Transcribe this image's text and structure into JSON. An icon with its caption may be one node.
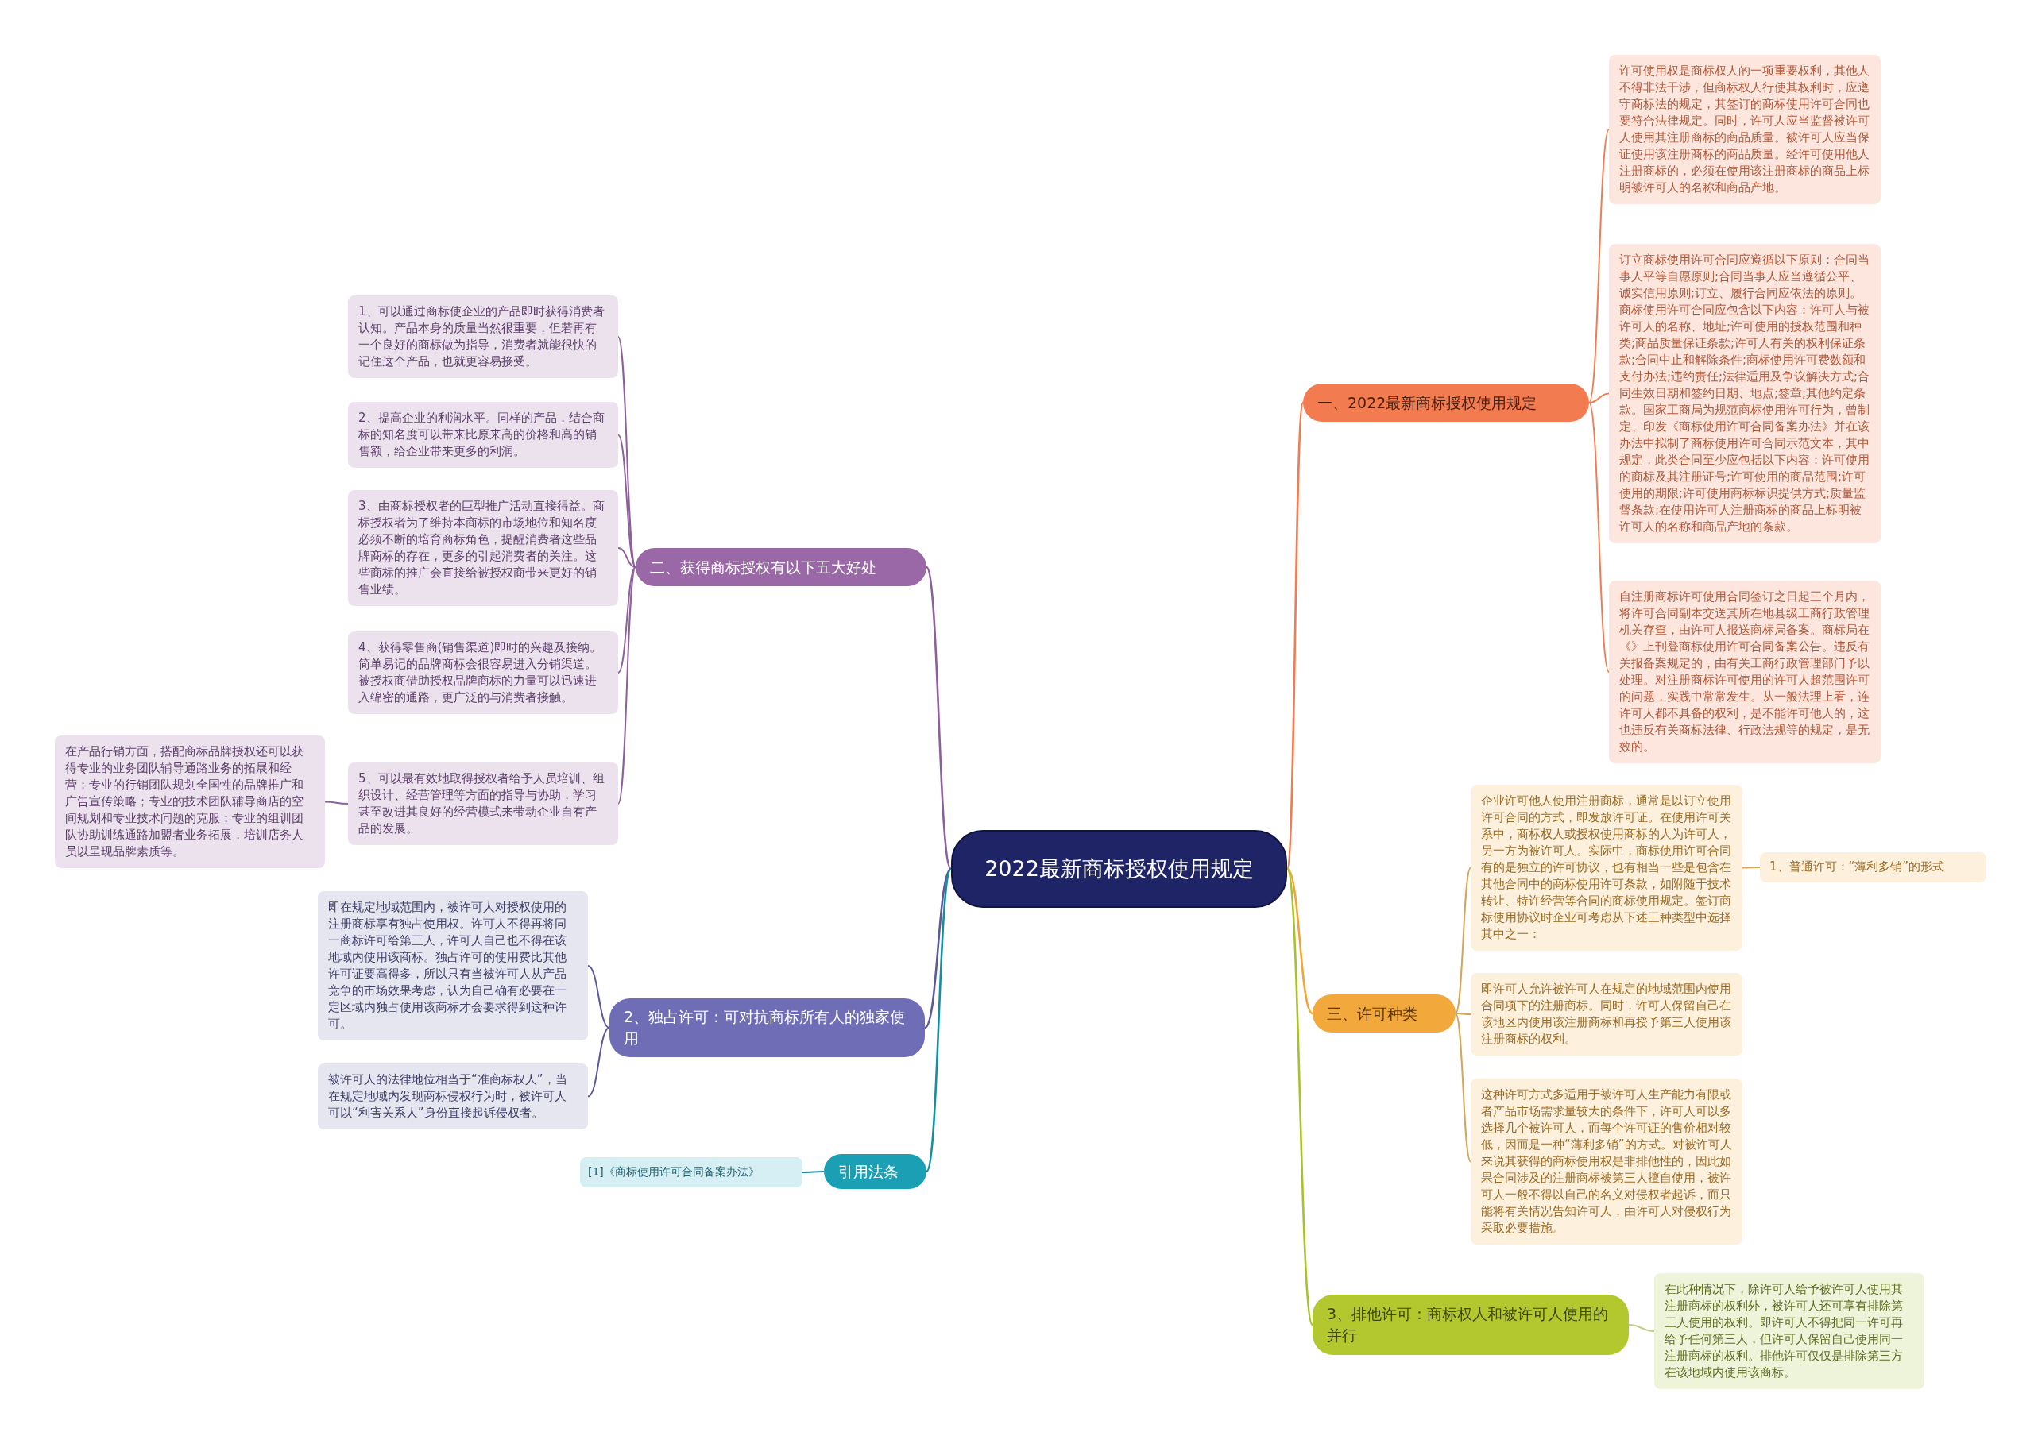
{
  "diagram": {
    "nodes": [
      {
        "text": [
          "2022最新商标授权使用规定"
        ]
      },
      {
        "text": [
          "一、2022最新商标授权使用规定"
        ]
      },
      {
        "text": [
          "许可使用权是商标权人的一项重要权利，其他人不得非法干涉，但商标权人行使其权利时，应遵守商标法的规定，其签订的商标使用许可合同也要符合法律规定。同时，许可人应当监督被许可人使用其注册商标的商品质量。被许可人应当保证使用该注册商标的商品质量。经许可使用他人注册商标的，必须在使用该注册商标的商品上标明被许可人的名称和商品产地。"
        ]
      },
      {
        "text": [
          "订立商标使用许可合同应遵循以下原则：合同当事人平等自愿原则;合同当事人应当遵循公平、诚实信用原则;订立、履行合同应依法的原则。商标使用许可合同应包含以下内容：许可人与被许可人的名称、地址;许可使用的授权范围和种类;商品质量保证条款;许可人有关的权利保证条款;合同中止和解除条件;商标使用许可费数额和支付办法;违约责任;法律适用及争议解决方式;合同生效日期和签约日期、地点;签章;其他约定条款。国家工商局为规范商标使用许可行为，曾制定、印发《商标使用许可合同备案办法》并在该办法中拟制了商标使用许可合同示范文本，其中规定，此类合同至少应包括以下内容：许可使用的商标及其注册证号;许可使用的商品范围;许可使用的期限;许可使用商标标识提供方式;质量监督条款;在使用许可人注册商标的商品上标明被许可人的名称和商品产地的条款。"
        ]
      },
      {
        "text": [
          "自注册商标许可使用合同签订之日起三个月内，将许可合同副本交送其所在地县级工商行政管理机关存查，由许可人报送商标局备案。商标局在《》上刊登商标使用许可合同备案公告。违反有关报备案规定的，由有关工商行政管理部门予以处理。对注册商标许可使用的许可人超范围许可的问题，实践中常常发生。从一般法理上看，连许可人都不具备的权利，是不能许可他人的，这也违反有关商标法律、行政法规等的规定，是无效的。"
        ]
      },
      {
        "text": [
          "二、获得商标授权有以下五大好处"
        ]
      },
      {
        "text": [
          "1、可以通过商标使企业的产品即时获得消费者认知。产品本身的质量当然很重要，但若再有一个良好的商标做为指导，消费者就能很快的记住这个产品，也就更容易接受。"
        ]
      },
      {
        "text": [
          "2、提高企业的利润水平。同样的产品，结合商标的知名度可以带来比原来高的价格和高的销售额，给企业带来更多的利润。"
        ]
      },
      {
        "text": [
          "3、由商标授权者的巨型推广活动直接得益。商标授权者为了维持本商标的市场地位和知名度必须不断的培育商标角色，提醒消费者这些品牌商标的存在，更多的引起消费者的关注。这些商标的推广会直接给被授权商带来更好的销售业绩。"
        ]
      },
      {
        "text": [
          "4、获得零售商(销售渠道)即时的兴趣及接纳。简单易记的品牌商标会很容易进入分销渠道。被授权商借助授权品牌商标的力量可以迅速进入绵密的通路，更广泛的与消费者接触。"
        ]
      },
      {
        "text": [
          "5、可以最有效地取得授权者给予人员培训、组织设计、经营管理等方面的指导与协助，学习甚至改进其良好的经营模式来带动企业自有产品的发展。"
        ]
      },
      {
        "text": [
          "在产品行销方面，搭配商标品牌授权还可以获得专业的业务团队辅导通路业务的拓展和经营；专业的行销团队规划全国性的品牌推广和广告宣传策略；专业的技术团队辅导商店的空间规划和专业技术问题的克服；专业的组训团队协助训练通路加盟者业务拓展，培训店务人员以呈现品牌素质等。"
        ]
      },
      {
        "text": [
          "三、许可种类"
        ]
      },
      {
        "text": [
          "企业许可他人使用注册商标，通常是以订立使用许可合同的方式，即发放许可证。在使用许可关系中，商标权人或授权使用商标的人为许可人，另一方为被许可人。实际中，商标使用许可合同有的是独立的许可协议，也有相当一些是包含在其他合同中的商标使用许可条款，如附随于技术转让、特许经营等合同的商标使用规定。签订商标使用协议时企业可考虑从下述三种类型中选择其中之一："
        ]
      },
      {
        "text": [
          "1、普通许可：“薄利多销”的形式"
        ]
      },
      {
        "text": [
          "即许可人允许被许可人在规定的地域范围内使用合同项下的注册商标。同时，许可人保留自己在该地区内使用该注册商标和再授予第三人使用该注册商标的权利。"
        ]
      },
      {
        "text": [
          "这种许可方式多适用于被许可人生产能力有限或者产品市场需求量较大的条件下，许可人可以多选择几个被许可人，而每个许可证的售价相对较低，因而是一种“薄利多销”的方式。对被许可人来说其获得的商标使用权是非排他性的，因此如果合同涉及的注册商标被第三人擅自使用，被许可人一般不得以自己的名义对侵权者起诉，而只能将有关情况告知许可人，由许可人对侵权行为采取必要措施。"
        ]
      },
      {
        "text": [
          "2、独占许可：可对抗商标所有人的独家使用"
        ]
      },
      {
        "text": [
          "即在规定地域范围内，被许可人对授权使用的注册商标享有独占使用权。许可人不得再将同一商标许可给第三人，许可人自己也不得在该地域内使用该商标。独占许可的使用费比其他许可证要高得多，所以只有当被许可人从产品竞争的市场效果考虑，认为自己确有必要在一定区域内独占使用该商标才会要求得到这种许可。"
        ]
      },
      {
        "text": [
          "被许可人的法律地位相当于“准商标权人”，当在规定地域内发现商标侵权行为时，被许可人可以“利害关系人”身份直接起诉侵权者。"
        ]
      },
      {
        "text": [
          "引用法条"
        ]
      },
      {
        "text": [
          "[1]《商标使用许可合同备案办法》"
        ]
      },
      {
        "text": [
          "3、排他许可：商标权人和被许可人使用的并行"
        ]
      },
      {
        "text": [
          "在此种情况下，除许可人给予被许可人使用其注册商标的权利外，被许可人还可享有排除第三人使用的权利。即许可人不得把同一许可再给予任何第三人，但许可人保留自己使用同一注册商标的权利。排他许可仅仅是排除第三方在该地域内使用该商标。"
        ]
      }
    ],
    "edges": [
      {
        "from": 0,
        "to": 1,
        "arrow": "none",
        "color": "#f27b4f"
      },
      {
        "from": 1,
        "to": 2,
        "arrow": "none",
        "color": "#f27b4f"
      },
      {
        "from": 1,
        "to": 3,
        "arrow": "none",
        "color": "#f27b4f"
      },
      {
        "from": 1,
        "to": 4,
        "arrow": "none",
        "color": "#f27b4f"
      },
      {
        "from": 0,
        "to": 5,
        "arrow": "none",
        "color": "#8e5f9c"
      },
      {
        "from": 5,
        "to": 6,
        "arrow": "none",
        "color": "#8e5f9c"
      },
      {
        "from": 5,
        "to": 7,
        "arrow": "none",
        "color": "#8e5f9c"
      },
      {
        "from": 5,
        "to": 8,
        "arrow": "none",
        "color": "#8e5f9c"
      },
      {
        "from": 5,
        "to": 9,
        "arrow": "none",
        "color": "#8e5f9c"
      },
      {
        "from": 5,
        "to": 10,
        "arrow": "none",
        "color": "#8e5f9c"
      },
      {
        "from": 10,
        "to": 11,
        "arrow": "none",
        "color": "#8e5f9c"
      },
      {
        "from": 0,
        "to": 12,
        "arrow": "none",
        "color": "#f0a535"
      },
      {
        "from": 12,
        "to": 13,
        "arrow": "none",
        "color": "#d6a656"
      },
      {
        "from": 13,
        "to": 14,
        "arrow": "none",
        "color": "#d6a656"
      },
      {
        "from": 12,
        "to": 15,
        "arrow": "none",
        "color": "#d6a656"
      },
      {
        "from": 12,
        "to": 16,
        "arrow": "none",
        "color": "#d6a656"
      },
      {
        "from": 0,
        "to": 17,
        "arrow": "none",
        "color": "#5c5a9a"
      },
      {
        "from": 17,
        "to": 18,
        "arrow": "none",
        "color": "#5c5a9a"
      },
      {
        "from": 17,
        "to": 19,
        "arrow": "none",
        "color": "#5c5a9a"
      },
      {
        "from": 0,
        "to": 20,
        "arrow": "none",
        "color": "#128fa3"
      },
      {
        "from": 20,
        "to": 21,
        "arrow": "none",
        "color": "#128fa3"
      },
      {
        "from": 0,
        "to": 22,
        "arrow": "none",
        "color": "#a8c22a"
      },
      {
        "from": 22,
        "to": 23,
        "arrow": "none",
        "color": "#c4cc8a"
      }
    ]
  }
}
